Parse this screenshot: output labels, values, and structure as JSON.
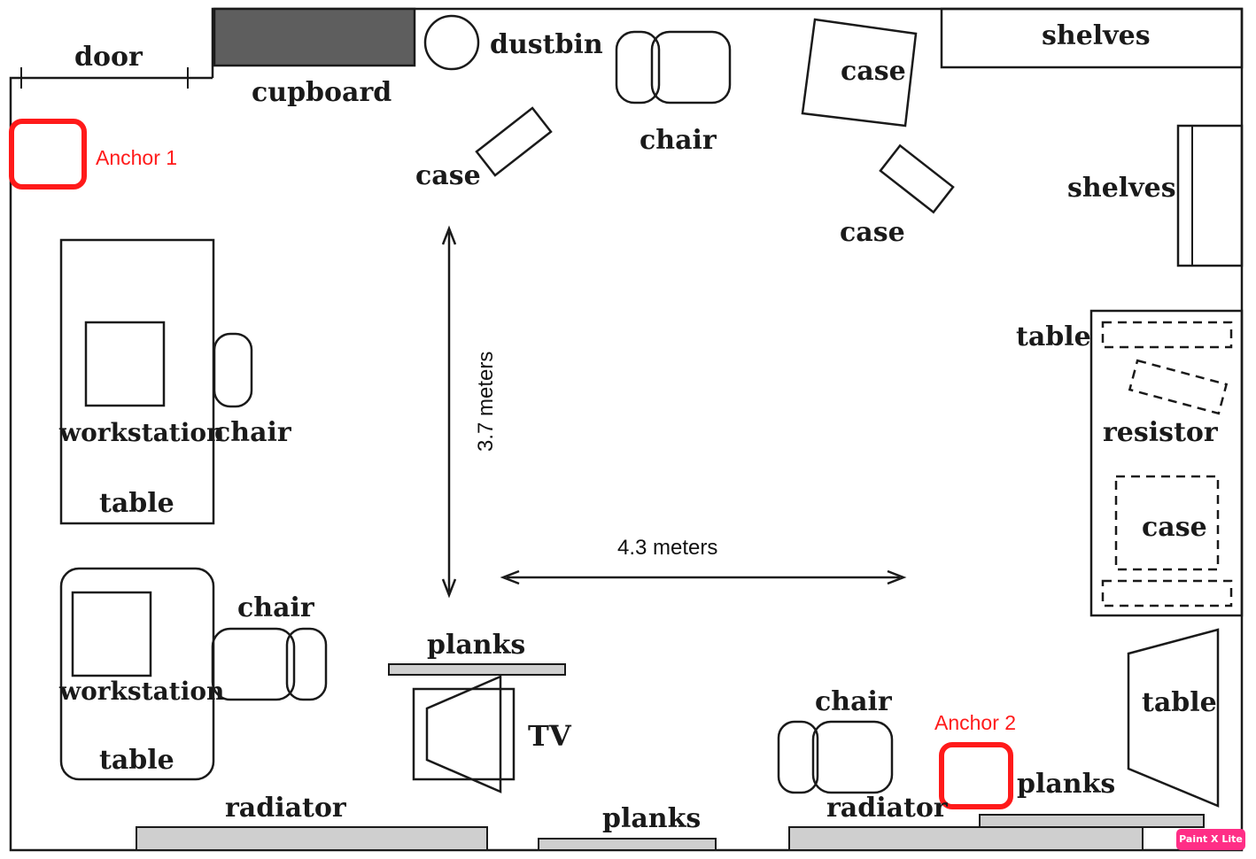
{
  "room": {
    "door": "door",
    "cupboard": "cupboard",
    "dustbin": "dustbin",
    "shelves_top": "shelves",
    "shelves_right": "shelves",
    "case_top_center": "case",
    "case_top_right": "case",
    "case_right_diamond": "case",
    "chair_top": "chair",
    "table_left_top": "table",
    "workstation_top": "workstation",
    "chair_left_top": "chair",
    "table_left_bottom": "table",
    "workstation_bottom": "workstation",
    "chair_left_bottom": "chair",
    "planks_center": "planks",
    "tv": "TV",
    "radiator_left": "radiator",
    "planks_bottom": "planks",
    "chair_bottom_right": "chair",
    "radiator_right": "radiator",
    "planks_right": "planks",
    "table_right": "table",
    "resistor": "resistor",
    "case_right": "case",
    "table_bottom_right": "table"
  },
  "dimensions": {
    "height": "3.7 meters",
    "width": "4.3 meters"
  },
  "anchors": {
    "anchor1": "Anchor 1",
    "anchor2": "Anchor 2",
    "color": "#ff1a1a"
  },
  "watermark": "Paint X Lite"
}
